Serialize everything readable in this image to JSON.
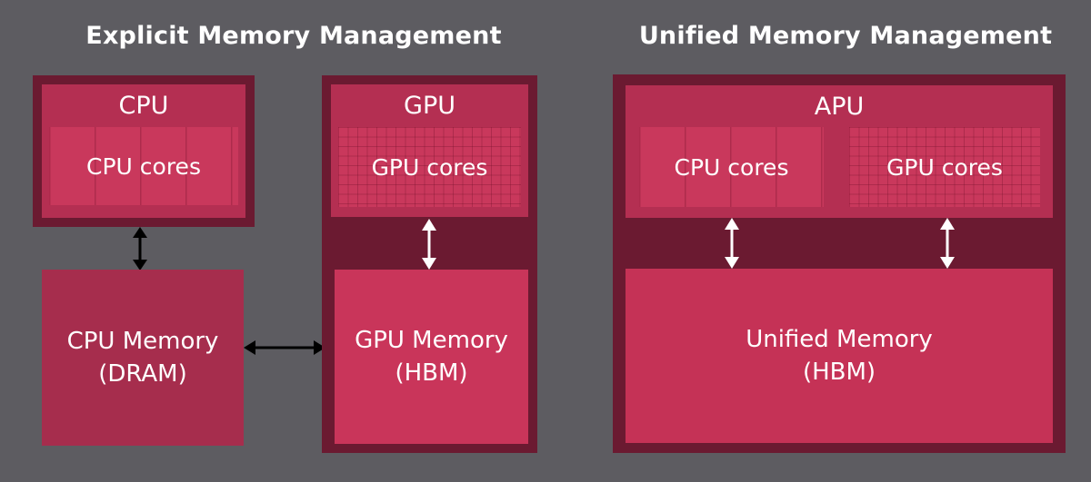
{
  "headings": {
    "left": "Explicit Memory Management",
    "right": "Unified Memory Management"
  },
  "cpu_block": {
    "title": "CPU",
    "cores_label": "CPU cores"
  },
  "gpu_block": {
    "title": "GPU",
    "cores_label": "GPU cores"
  },
  "cpu_memory": {
    "line1": "CPU Memory",
    "line2": "(DRAM)"
  },
  "gpu_memory": {
    "line1": "GPU Memory",
    "line2": "(HBM)"
  },
  "apu_block": {
    "title": "APU",
    "cpu_cores_label": "CPU cores",
    "gpu_cores_label": "GPU cores"
  },
  "unified_memory": {
    "line1": "Unified Memory",
    "line2": "(HBM)"
  },
  "colors": {
    "background": "#5d5c61",
    "outer_frame": "#6b1a31",
    "panel": "#b42f52",
    "cores": "#c9385c",
    "cpu_memory": "#a62d4d",
    "gpu_memory": "#c9355a",
    "black_arrow": "#000000",
    "white_arrow": "#ffffff"
  }
}
